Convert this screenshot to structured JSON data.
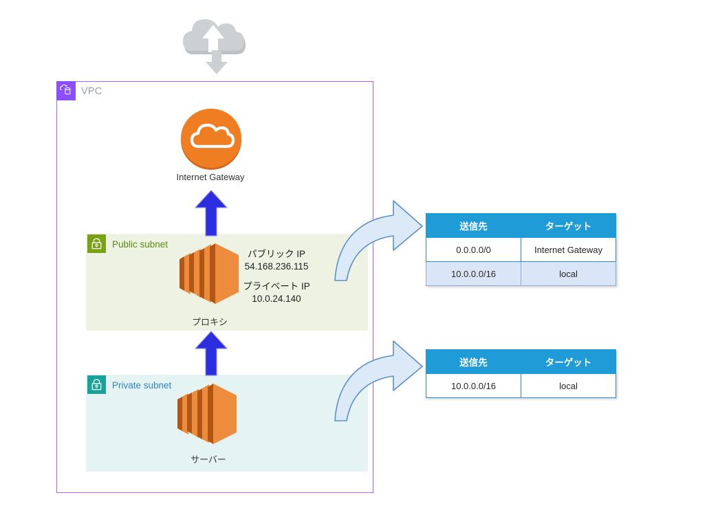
{
  "diagram": {
    "title": "AWS VPC Public/Private Subnet Routing Diagram",
    "internet_cloud_icon": "internet-cloud-updown-arrow-icon",
    "vpc": {
      "label": "VPC",
      "icon": "vpc-cloud-icon",
      "border_color": "#b061f7",
      "tag_color": "#8c4fff",
      "label_color": "#9aa0a6"
    },
    "nodes": [
      {
        "id": "internet-gateway",
        "label": "Internet Gateway",
        "icon": "internet-gateway-cloud-icon",
        "color": "#ec7211"
      },
      {
        "id": "proxy",
        "label": "プロキシ",
        "icon": "ec2-instance-icon",
        "color": "#ed8733"
      },
      {
        "id": "server",
        "label": "サーバー",
        "icon": "ec2-instance-icon",
        "color": "#ed8733"
      }
    ],
    "subnets": [
      {
        "id": "public-subnet",
        "label": "Public subnet",
        "icon": "lock-icon",
        "tag_color": "#7aa116",
        "label_color": "#5c8a0f",
        "fill_color": "#eef2e3"
      },
      {
        "id": "private-subnet",
        "label": "Private subnet",
        "icon": "lock-icon",
        "tag_color": "#16a39a",
        "label_color": "#2f84c6",
        "fill_color": "#e5f4f2"
      }
    ],
    "ip_annotation": {
      "public_ip_label": "パブリック IP",
      "public_ip_value": "54.168.236.115",
      "private_ip_label": "プライベート IP",
      "private_ip_value": "10.0.24.140"
    },
    "arrows": {
      "flow_color": "#2d2de0",
      "callout_fill": "#dce9f7",
      "callout_stroke": "#5b8fc9"
    },
    "route_tables": [
      {
        "id": "public-route-table",
        "headers": [
          "送信先",
          "ターゲット"
        ],
        "rows": [
          [
            "0.0.0.0/0",
            "Internet Gateway"
          ],
          [
            "10.0.0.0/16",
            "local"
          ]
        ]
      },
      {
        "id": "private-route-table",
        "headers": [
          "送信先",
          "ターゲット"
        ],
        "rows": [
          [
            "10.0.0.0/16",
            "local"
          ]
        ]
      }
    ],
    "colors": {
      "header_blue": "#1f9bd8",
      "row_alt_blue": "#dae6f7",
      "aws_orange": "#ec7211"
    }
  }
}
